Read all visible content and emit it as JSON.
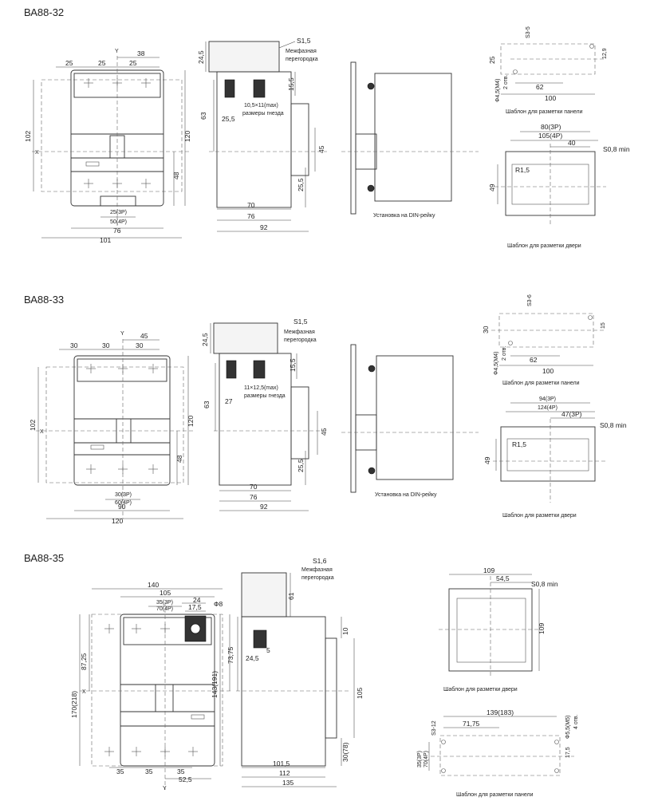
{
  "sections": [
    {
      "title": "ВА88-32",
      "front": {
        "d25a": "25",
        "d25b": "25",
        "d25c": "25",
        "d38": "38",
        "dY": "Y",
        "d102": "102",
        "d120": "120",
        "d48": "48",
        "d25_3p": "25(3P)",
        "d50_4p": "50(4P)",
        "d76": "76",
        "d101": "101",
        "dX": "X"
      },
      "side": {
        "s15": "S1,5",
        "partition": "Межфазная",
        "partition2": "перегородка",
        "d24_5": "24,5",
        "d15_5": "15,5",
        "d63": "63",
        "socket": "10,5×11(max)",
        "socket2": "размеры гнезда",
        "d25_5": "25,5",
        "d45": "45",
        "d25_5b": "25,5",
        "d70": "70",
        "d76": "76",
        "d92": "92"
      },
      "din": "Установка на DIN-рейку",
      "panel": {
        "s": "S3-5",
        "d25": "25",
        "d12_9": "12,9",
        "d62": "62",
        "d100": "100",
        "f": "Ф4,5(М4)",
        "holes": "2 отв.",
        "caption": "Шаблон для разметки панели"
      },
      "door": {
        "d80": "80(3P)",
        "d105": "105(4P)",
        "d40": "40",
        "s08": "S0,8 min",
        "r15": "R1,5",
        "d49": "49",
        "caption": "Шаблон для разметки двери"
      }
    },
    {
      "title": "ВА88-33",
      "front": {
        "d30a": "30",
        "d30b": "30",
        "d30c": "30",
        "d45": "45",
        "dY": "Y",
        "d102": "102",
        "d120": "120",
        "d48": "48",
        "d30_3p": "30(3P)",
        "d60_4p": "60(4P)",
        "d90": "90",
        "d120b": "120",
        "dX": "X"
      },
      "side": {
        "s15": "S1,5",
        "partition": "Межфазная",
        "partition2": "перегородка",
        "d24_5": "24,5",
        "d15_5": "15,5",
        "d63": "63",
        "socket": "11×12,5(max)",
        "socket2": "размеры гнезда",
        "d27": "27",
        "d45": "45",
        "d25_5": "25,5",
        "d70": "70",
        "d76": "76",
        "d92": "92"
      },
      "din": "Установка на DIN-рейку",
      "panel": {
        "s": "S3-6",
        "d30": "30",
        "d15": "15",
        "d62": "62",
        "d100": "100",
        "f": "Ф4,5(М4)",
        "holes": "2 отв.",
        "caption": "Шаблон для разметки панели"
      },
      "door": {
        "d94": "94(3P)",
        "d124": "124(4P)",
        "d47": "47(3P)",
        "s08": "S0,8 min",
        "r15": "R1,5",
        "d49": "49",
        "caption": "Шаблон для разметки двери"
      }
    },
    {
      "title": "ВА88-35",
      "front": {
        "d140": "140",
        "d105": "105",
        "d35_3p": "35(3P)",
        "d70_4p": "70(4P)",
        "d24": "24",
        "d17_5": "17,5",
        "f8": "Ф8",
        "d87_25": "87,25",
        "d170": "170(218)",
        "d73_75": "73,75",
        "d143": "143(191)",
        "d35a": "35",
        "d35b": "35",
        "d35c": "35",
        "d52_5": "52,5",
        "dY": "Y",
        "dX": "X"
      },
      "side": {
        "s16": "S1,6",
        "partition": "Межфазная",
        "partition2": "перегородка",
        "d61": "61",
        "d10": "10",
        "d24_5": "24,5",
        "d5": "5",
        "d105": "105",
        "d30": "30(78)",
        "d101_5": "101,5",
        "d112": "112",
        "d135": "135"
      },
      "door": {
        "d109": "109",
        "d54_5": "54,5",
        "s08": "S0,8 min",
        "d109v": "109",
        "caption": "Шаблон для разметки двери"
      },
      "panel": {
        "d139": "139(183)",
        "d71_75": "71,75",
        "s": "S3-12",
        "f": "Ф5,5(М5)",
        "holes": "4 отв.",
        "d35": "35(3P)",
        "d70": "70(4P)",
        "d17_5": "17,5",
        "caption": "Шаблон для разметки панели"
      }
    }
  ]
}
